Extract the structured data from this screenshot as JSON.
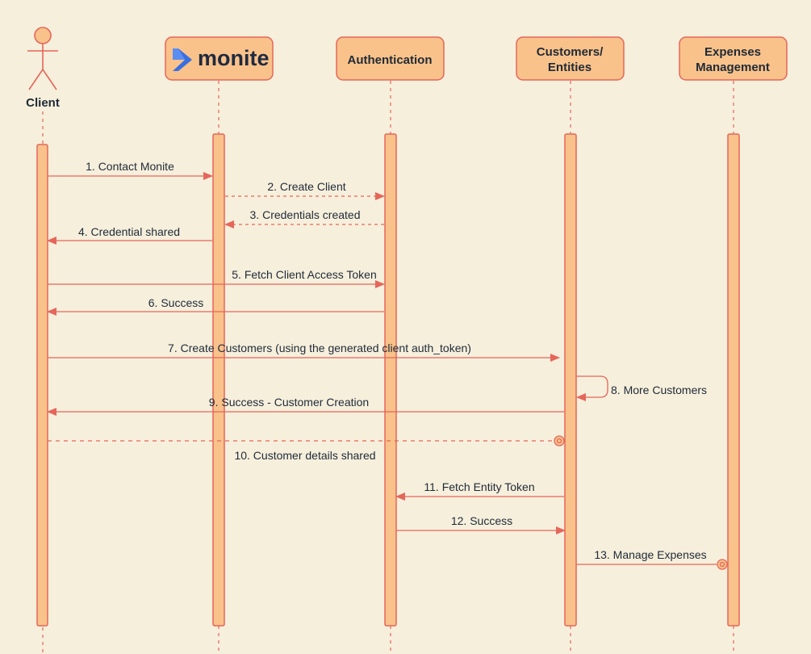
{
  "colors": {
    "background": "#f6efdc",
    "box_fill": "#f9c28a",
    "box_stroke": "#e5665a",
    "arrow": "#e5665a",
    "text": "#1f2a37",
    "logo_blue": "#3a6fe0",
    "logo_text": "#1f2a3f"
  },
  "actor": {
    "label": "Client",
    "icon": "stick-figure-icon"
  },
  "participants": {
    "monite": {
      "logo_text": "monite",
      "icon": "monite-logo-icon"
    },
    "authentication": {
      "lines": [
        "Authentication"
      ]
    },
    "customers": {
      "lines": [
        "Customers/",
        "Entities"
      ]
    },
    "expenses": {
      "lines": [
        "Expenses",
        "Management"
      ]
    }
  },
  "messages": [
    {
      "num": 1,
      "label": "1. Contact Monite",
      "from": "client",
      "to": "monite",
      "style": "solid"
    },
    {
      "num": 2,
      "label": "2. Create Client",
      "from": "monite",
      "to": "authentication",
      "style": "dashed"
    },
    {
      "num": 3,
      "label": "3. Credentials created",
      "from": "authentication",
      "to": "monite",
      "style": "dashed"
    },
    {
      "num": 4,
      "label": "4. Credential shared",
      "from": "monite",
      "to": "client",
      "style": "solid"
    },
    {
      "num": 5,
      "label": "5. Fetch Client Access Token",
      "from": "client",
      "to": "authentication",
      "style": "solid"
    },
    {
      "num": 6,
      "label": "6. Success",
      "from": "authentication",
      "to": "client",
      "style": "solid"
    },
    {
      "num": 7,
      "label": "7. Create Customers (using the generated client auth_token)",
      "from": "client",
      "to": "customers",
      "style": "solid"
    },
    {
      "num": 8,
      "label": "8. More Customers",
      "from": "customers",
      "to": "customers",
      "style": "self"
    },
    {
      "num": 9,
      "label": "9. Success - Customer Creation",
      "from": "customers",
      "to": "client",
      "style": "solid"
    },
    {
      "num": 10,
      "label": "10. Customer details shared",
      "from": "client",
      "to": "customers",
      "style": "async-dashed"
    },
    {
      "num": 11,
      "label": "11. Fetch Entity Token",
      "from": "customers",
      "to": "authentication",
      "style": "solid"
    },
    {
      "num": 12,
      "label": "12. Success",
      "from": "authentication",
      "to": "customers",
      "style": "solid"
    },
    {
      "num": 13,
      "label": "13. Manage Expenses",
      "from": "customers",
      "to": "expenses",
      "style": "async"
    }
  ]
}
